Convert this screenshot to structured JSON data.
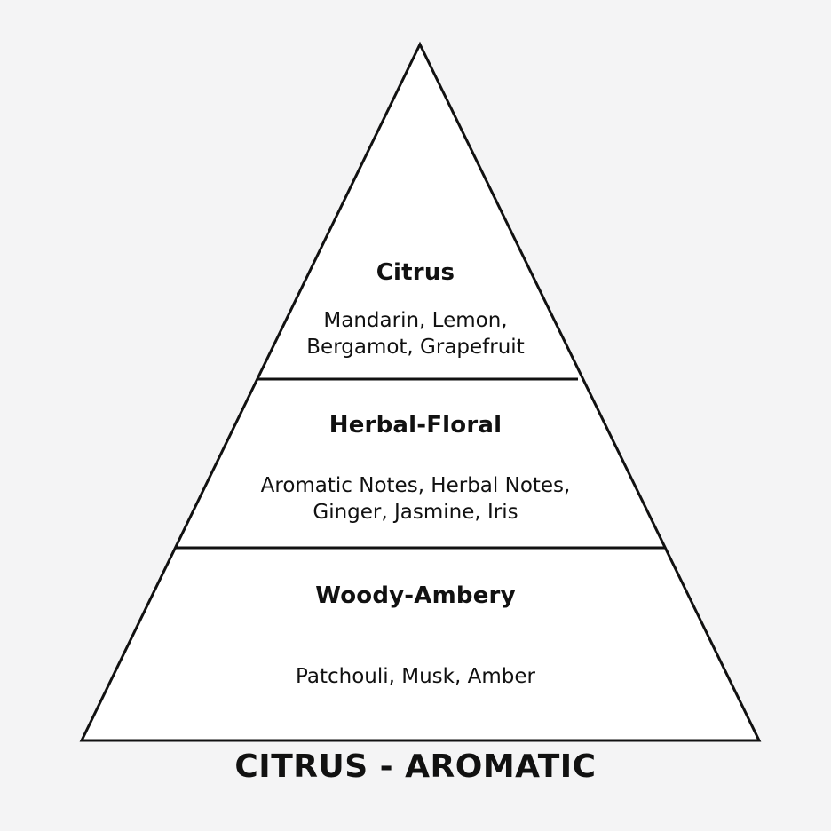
{
  "diagram": {
    "tiers": [
      {
        "title": "Citrus",
        "notes": "Mandarin, Lemon,\nBergamot, Grapefruit"
      },
      {
        "title": "Herbal-Floral",
        "notes": "Aromatic Notes, Herbal Notes,\nGinger, Jasmine, Iris"
      },
      {
        "title": "Woody-Ambery",
        "notes": "Patchouli, Musk, Amber"
      }
    ],
    "caption": "CITRUS - AROMATIC",
    "colors": {
      "background": "#f4f4f5",
      "fill": "#ffffff",
      "stroke": "#111111"
    }
  }
}
